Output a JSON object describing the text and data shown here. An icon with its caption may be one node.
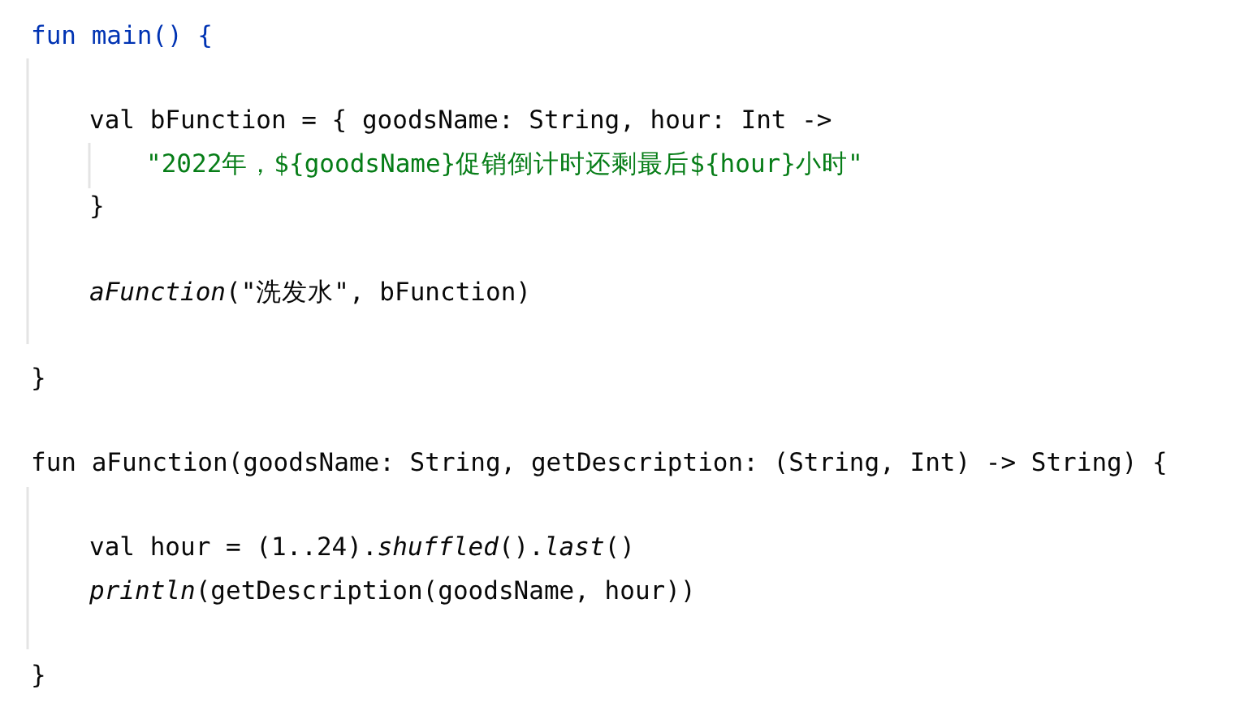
{
  "diagram": {
    "labels": [
      "fun main() {",
      "val bFunction = { goodsName: String, hour: Int ->",
      "\"2022年，${goodsName}促销倒计时还剩最后${hour}小时\"",
      "}",
      "*aFunction*(\"洗发水\", bFunction)",
      "}",
      "fun aFunction(goodsName: String, getDescription: (String, Int) -> String) {",
      "val hour = (1..24).*shuffled*().*last*()",
      "*println*(getDescription(goodsName, hour))",
      "}"
    ]
  }
}
